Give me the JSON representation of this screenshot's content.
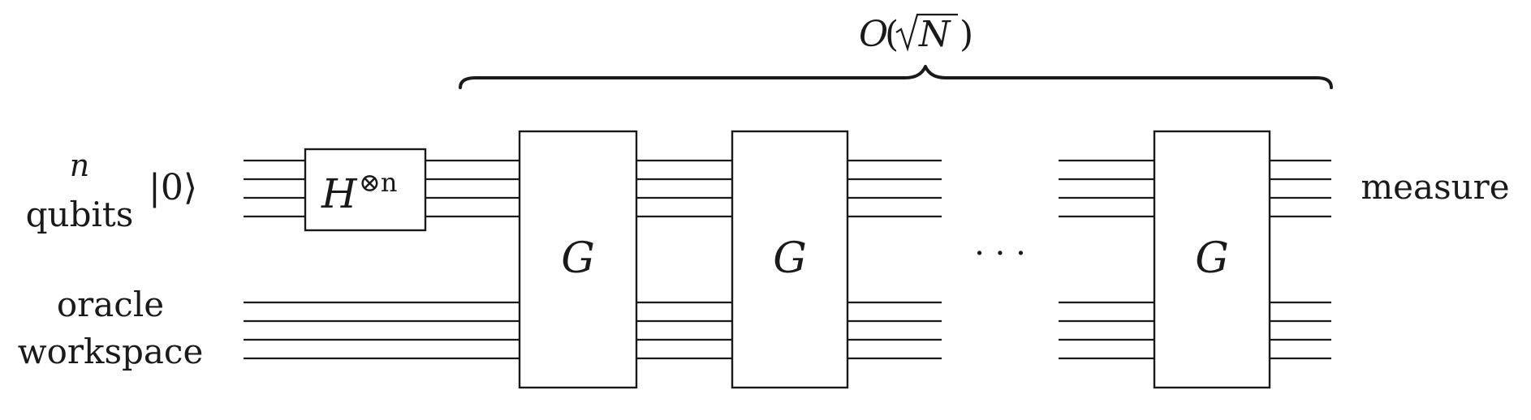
{
  "brace_label": {
    "O": "O",
    "open": "(",
    "N": "N",
    "close": ")"
  },
  "labels": {
    "n": "n",
    "qubits": "qubits",
    "ket": "|0⟩",
    "oracle": "oracle",
    "workspace": "workspace",
    "measure": "measure",
    "ellipsis": "· · ·"
  },
  "hadamard": {
    "base": "H",
    "sup": "⊗n"
  },
  "gates": [
    {
      "label": "G"
    },
    {
      "label": "G"
    },
    {
      "label": "G"
    }
  ]
}
